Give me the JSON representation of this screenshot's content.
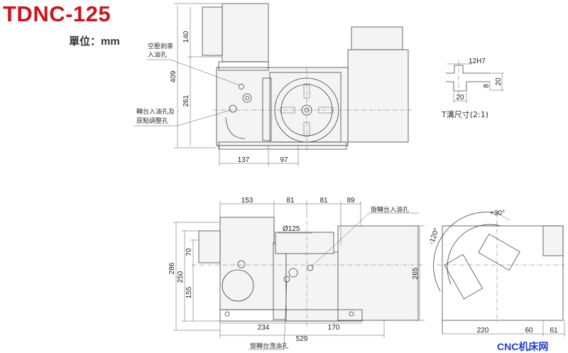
{
  "title": "TDNC-125",
  "unit_label": "單位：mm",
  "watermark": "CNC机床网",
  "top_view": {
    "labels": {
      "brake_oil_inlet_1": "空壓剎車",
      "brake_oil_inlet_2": "入油孔",
      "table_oil_inlet_1": "轉台入油孔及",
      "table_oil_inlet_2": "原點調整孔"
    },
    "dims": {
      "total_height": "409",
      "motor_height": "140",
      "body_height": "261",
      "left_width": "137",
      "center_offset": "97"
    }
  },
  "t_slot": {
    "width": "12H7",
    "bottom_width": "20",
    "depth": "8",
    "total_depth": "20",
    "caption": "T溝尺寸(2:1)"
  },
  "front_view": {
    "labels": {
      "oil_inlet": "旋轉台入油孔",
      "oil_drain": "旋轉台洩油孔"
    },
    "dims": {
      "d153": "153",
      "d81a": "81",
      "d81b": "81",
      "d89": "89",
      "diameter": "Ø125",
      "h286": "286",
      "h250": "250",
      "h70": "70",
      "h155": "155",
      "h265": "265",
      "w234": "234",
      "w170": "170",
      "w529": "529"
    }
  },
  "side_view": {
    "angles": {
      "minus": "-120°",
      "plus": "+30°"
    },
    "dims": {
      "w220": "220",
      "w60": "60",
      "w61": "61"
    }
  }
}
